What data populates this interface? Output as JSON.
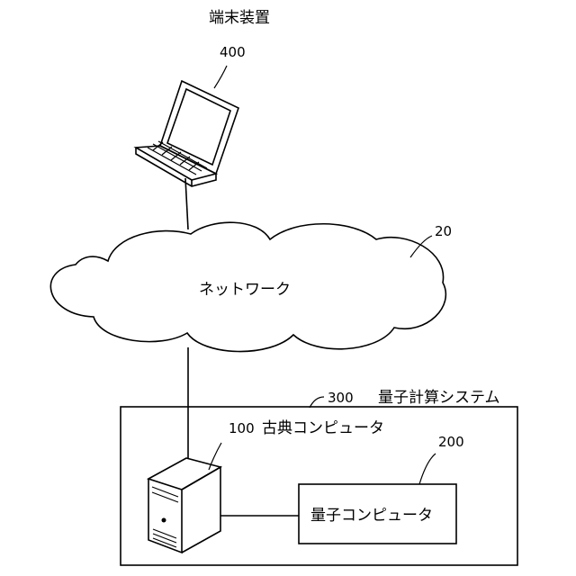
{
  "terminal": {
    "label": "端末装置",
    "ref": "400"
  },
  "network": {
    "label": "ネットワーク",
    "ref": "20"
  },
  "system": {
    "ref": "300",
    "label": "量子計算システム"
  },
  "classical_computer": {
    "ref": "100",
    "label": "古典コンピュータ"
  },
  "quantum_computer": {
    "ref": "200",
    "label": "量子コンピュータ"
  }
}
